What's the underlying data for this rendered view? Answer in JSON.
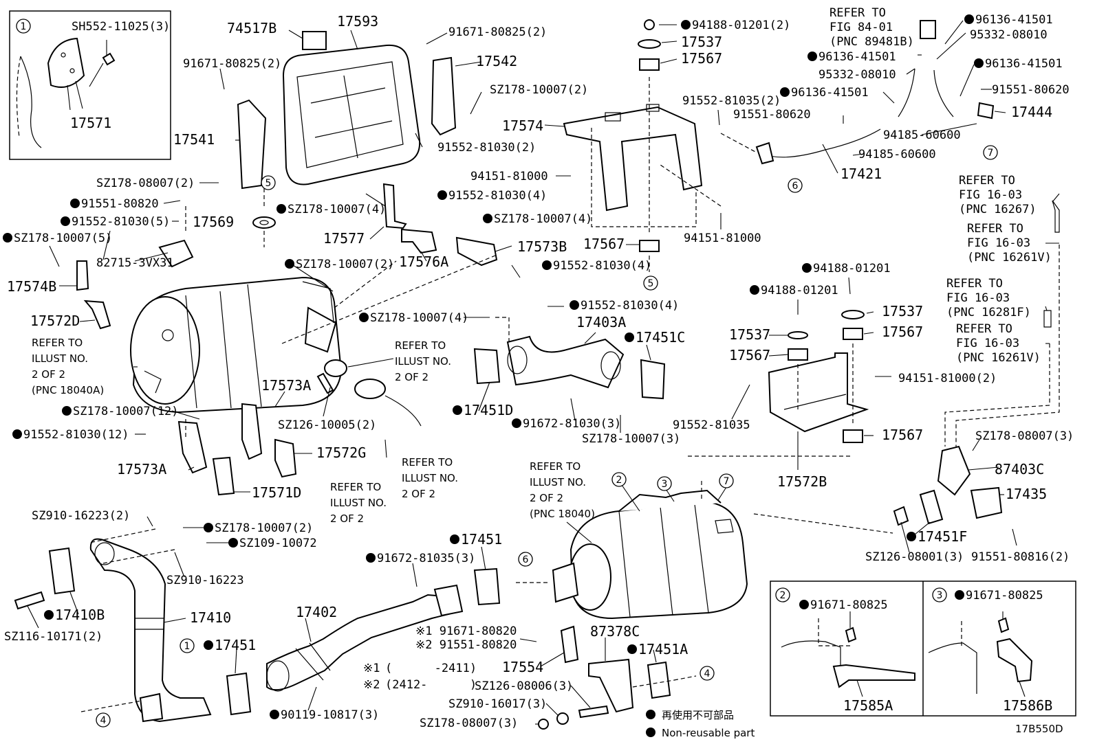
{
  "diagram_id": "17B550D",
  "legend": {
    "japanese": "再使用不可部品",
    "english": "Non-reusable part"
  },
  "reference_notes": [
    {
      "id": "ref-84-01",
      "lines": [
        "REFER TO",
        "FIG 84-01",
        "(PNC 89481B)"
      ]
    },
    {
      "id": "ref-16-03-16267",
      "lines": [
        "REFER TO",
        "FIG 16-03",
        "(PNC 16267)"
      ]
    },
    {
      "id": "ref-16-03-16261v-a",
      "lines": [
        "REFER TO",
        "FIG 16-03",
        "(PNC 16261V)"
      ]
    },
    {
      "id": "ref-16-03-16281f",
      "lines": [
        "REFER TO",
        "FIG 16-03",
        "(PNC 16281F)"
      ]
    },
    {
      "id": "ref-16-03-16261v-b",
      "lines": [
        "REFER TO",
        "FIG 16-03",
        "(PNC 16261V)"
      ]
    },
    {
      "id": "ref-illust-18040a",
      "lines": [
        "REFER TO",
        "ILLUST NO.",
        "2 OF 2",
        "(PNC 18040A)"
      ]
    },
    {
      "id": "ref-illust-a",
      "lines": [
        "REFER TO",
        "ILLUST NO.",
        "2 OF 2"
      ]
    },
    {
      "id": "ref-illust-b",
      "lines": [
        "REFER TO",
        "ILLUST NO.",
        "2 OF 2"
      ]
    },
    {
      "id": "ref-illust-c",
      "lines": [
        "REFER TO",
        "ILLUST NO.",
        "2 OF 2"
      ]
    },
    {
      "id": "ref-illust-18040",
      "lines": [
        "REFER TO",
        "ILLUST NO.",
        "2 OF 2",
        "(PNC 18040)"
      ]
    }
  ],
  "date_notes": [
    {
      "mark": "※1",
      "range": "(      -2411)"
    },
    {
      "mark": "※2",
      "range": "(2412-      )"
    }
  ],
  "detail_views": [
    {
      "id": "1",
      "label": "1"
    },
    {
      "id": "2",
      "label": "2"
    },
    {
      "id": "3",
      "label": "3"
    }
  ],
  "callouts": [
    "1",
    "2",
    "3",
    "4",
    "5",
    "6",
    "7"
  ],
  "parts": [
    {
      "id": "p01",
      "label": "SH552-11025(3)",
      "nr": false
    },
    {
      "id": "p02",
      "label": "17571",
      "nr": false
    },
    {
      "id": "p03",
      "label": "74517B",
      "nr": false
    },
    {
      "id": "p04",
      "label": "17593",
      "nr": false
    },
    {
      "id": "p05",
      "label": "91671-80825(2)",
      "nr": false
    },
    {
      "id": "p06",
      "label": "17542",
      "nr": false
    },
    {
      "id": "p07",
      "label": "91671-80825(2)",
      "nr": false
    },
    {
      "id": "p08",
      "label": "SZ178-10007(2)",
      "nr": false
    },
    {
      "id": "p09",
      "label": "17541",
      "nr": false
    },
    {
      "id": "p10",
      "label": "91552-81030(2)",
      "nr": false
    },
    {
      "id": "p11",
      "label": "SZ178-08007(2)",
      "nr": false
    },
    {
      "id": "p12",
      "label": "94188-01201(2)",
      "nr": true
    },
    {
      "id": "p13",
      "label": "17537",
      "nr": false
    },
    {
      "id": "p14",
      "label": "17567",
      "nr": false
    },
    {
      "id": "p15",
      "label": "17574",
      "nr": false
    },
    {
      "id": "p16",
      "label": "91552-81035(2)",
      "nr": false
    },
    {
      "id": "p17",
      "label": "94151-81000",
      "nr": false
    },
    {
      "id": "p18",
      "label": "94151-81000",
      "nr": false
    },
    {
      "id": "p19",
      "label": "17567",
      "nr": false
    },
    {
      "id": "p20",
      "label": "96136-41501",
      "nr": true
    },
    {
      "id": "p21",
      "label": "95332-08010",
      "nr": false
    },
    {
      "id": "p22",
      "label": "96136-41501",
      "nr": true
    },
    {
      "id": "p23",
      "label": "95332-08010",
      "nr": false
    },
    {
      "id": "p24",
      "label": "96136-41501",
      "nr": true
    },
    {
      "id": "p25",
      "label": "96136-41501",
      "nr": true
    },
    {
      "id": "p26",
      "label": "91551-80620",
      "nr": false
    },
    {
      "id": "p27",
      "label": "91551-80620",
      "nr": false
    },
    {
      "id": "p28",
      "label": "17444",
      "nr": false
    },
    {
      "id": "p29",
      "label": "94185-60600",
      "nr": false
    },
    {
      "id": "p30",
      "label": "94185-60600",
      "nr": false
    },
    {
      "id": "p31",
      "label": "17421",
      "nr": false
    },
    {
      "id": "p32",
      "label": "91551-80820",
      "nr": true
    },
    {
      "id": "p33",
      "label": "91552-81030(5)",
      "nr": true
    },
    {
      "id": "p34",
      "label": "SZ178-10007(5)",
      "nr": true
    },
    {
      "id": "p35",
      "label": "SZ178-10007(4)",
      "nr": true
    },
    {
      "id": "p36",
      "label": "91552-81030(4)",
      "nr": true
    },
    {
      "id": "p37",
      "label": "17569",
      "nr": false
    },
    {
      "id": "p38",
      "label": "17577",
      "nr": false
    },
    {
      "id": "p39",
      "label": "SZ178-10007(4)",
      "nr": true
    },
    {
      "id": "p40",
      "label": "17573B",
      "nr": false
    },
    {
      "id": "p41",
      "label": "17576A",
      "nr": false
    },
    {
      "id": "p42",
      "label": "82715-3VX31",
      "nr": false
    },
    {
      "id": "p43",
      "label": "SZ178-10007(2)",
      "nr": true
    },
    {
      "id": "p44",
      "label": "91552-81030(4)",
      "nr": true
    },
    {
      "id": "p45",
      "label": "17574B",
      "nr": false
    },
    {
      "id": "p46",
      "label": "17572D",
      "nr": false
    },
    {
      "id": "p47",
      "label": "94188-01201",
      "nr": true
    },
    {
      "id": "p48",
      "label": "94188-01201",
      "nr": true
    },
    {
      "id": "p49",
      "label": "91552-81030(4)",
      "nr": true
    },
    {
      "id": "p50",
      "label": "SZ178-10007(4)",
      "nr": true
    },
    {
      "id": "p51",
      "label": "17403A",
      "nr": false
    },
    {
      "id": "p52",
      "label": "17451C",
      "nr": true
    },
    {
      "id": "p53",
      "label": "17537",
      "nr": false
    },
    {
      "id": "p54",
      "label": "17537",
      "nr": false
    },
    {
      "id": "p55",
      "label": "17567",
      "nr": false
    },
    {
      "id": "p56",
      "label": "17567",
      "nr": false
    },
    {
      "id": "p57",
      "label": "94151-81000(2)",
      "nr": false
    },
    {
      "id": "p58",
      "label": "17573A",
      "nr": false
    },
    {
      "id": "p59",
      "label": "SZ126-10005(2)",
      "nr": false
    },
    {
      "id": "p60",
      "label": "17451D",
      "nr": true
    },
    {
      "id": "p61",
      "label": "91672-81030(3)",
      "nr": true
    },
    {
      "id": "p62",
      "label": "SZ178-10007(3)",
      "nr": false
    },
    {
      "id": "p63",
      "label": "91552-81035",
      "nr": false
    },
    {
      "id": "p64",
      "label": "17567",
      "nr": false
    },
    {
      "id": "p65",
      "label": "SZ178-10007(12)",
      "nr": true
    },
    {
      "id": "p66",
      "label": "91552-81030(12)",
      "nr": true
    },
    {
      "id": "p67",
      "label": "17573A",
      "nr": false
    },
    {
      "id": "p68",
      "label": "17572G",
      "nr": false
    },
    {
      "id": "p69",
      "label": "17571D",
      "nr": false
    },
    {
      "id": "p70",
      "label": "17572B",
      "nr": false
    },
    {
      "id": "p71",
      "label": "SZ178-08007(3)",
      "nr": false
    },
    {
      "id": "p72",
      "label": "87403C",
      "nr": false
    },
    {
      "id": "p73",
      "label": "17435",
      "nr": false
    },
    {
      "id": "p74",
      "label": "17451F",
      "nr": true
    },
    {
      "id": "p75",
      "label": "SZ126-08001(3)",
      "nr": false
    },
    {
      "id": "p76",
      "label": "91551-80816(2)",
      "nr": false
    },
    {
      "id": "p77",
      "label": "SZ910-16223(2)",
      "nr": false
    },
    {
      "id": "p78",
      "label": "SZ178-10007(2)",
      "nr": true
    },
    {
      "id": "p79",
      "label": "SZ109-10072",
      "nr": true
    },
    {
      "id": "p80",
      "label": "SZ910-16223",
      "nr": false
    },
    {
      "id": "p81",
      "label": "17410B",
      "nr": true
    },
    {
      "id": "p82",
      "label": "17410",
      "nr": false
    },
    {
      "id": "p83",
      "label": "SZ116-10171(2)",
      "nr": false
    },
    {
      "id": "p84",
      "label": "17451",
      "nr": true
    },
    {
      "id": "p85",
      "label": "17451",
      "nr": true
    },
    {
      "id": "p86",
      "label": "91672-81035(3)",
      "nr": true
    },
    {
      "id": "p87",
      "label": "17402",
      "nr": false
    },
    {
      "id": "p88",
      "label": "※1 91671-80820",
      "nr": false
    },
    {
      "id": "p89",
      "label": "※2 91551-80820",
      "nr": false
    },
    {
      "id": "p90",
      "label": "87378C",
      "nr": false
    },
    {
      "id": "p91",
      "label": "17451A",
      "nr": true
    },
    {
      "id": "p92",
      "label": "17554",
      "nr": false
    },
    {
      "id": "p93",
      "label": "SZ126-08006(3)",
      "nr": false
    },
    {
      "id": "p94",
      "label": "SZ910-16017(3)",
      "nr": false
    },
    {
      "id": "p95",
      "label": "SZ178-08007(3)",
      "nr": false
    },
    {
      "id": "p96",
      "label": "90119-10817(3)",
      "nr": true
    },
    {
      "id": "p97",
      "label": "91671-80825",
      "nr": true
    },
    {
      "id": "p98",
      "label": "17585A",
      "nr": false
    },
    {
      "id": "p99",
      "label": "91671-80825",
      "nr": true
    },
    {
      "id": "p100",
      "label": "17586B",
      "nr": false
    }
  ]
}
